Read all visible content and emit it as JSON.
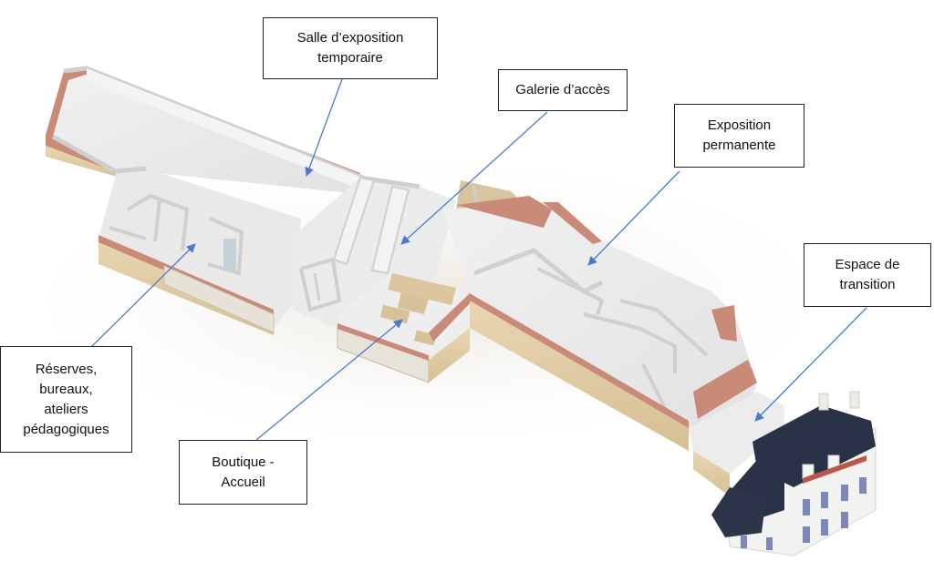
{
  "labels": {
    "temporary_hall": "Salle d’exposition\ntemporaire",
    "access_gallery": "Galerie d’accès",
    "permanent_exhibition": "Exposition\npermanente",
    "transition_space": "Espace de\ntransition",
    "reserves": "Réserves,\nbureaux,\nateliers\npédagogiques",
    "shop_reception": "Boutique -\nAccueil"
  },
  "colors": {
    "arrow": "#4a7cc7",
    "wall_top": "#d2d2d2",
    "wall_face": "#f3f3f3",
    "floor": "#e9e9ea",
    "brick": "#c98a78",
    "wood": "#e3cfa7",
    "roof_slate": "#2a3247",
    "house_wall": "#f2f2f0",
    "shutter": "#7b88b8"
  }
}
